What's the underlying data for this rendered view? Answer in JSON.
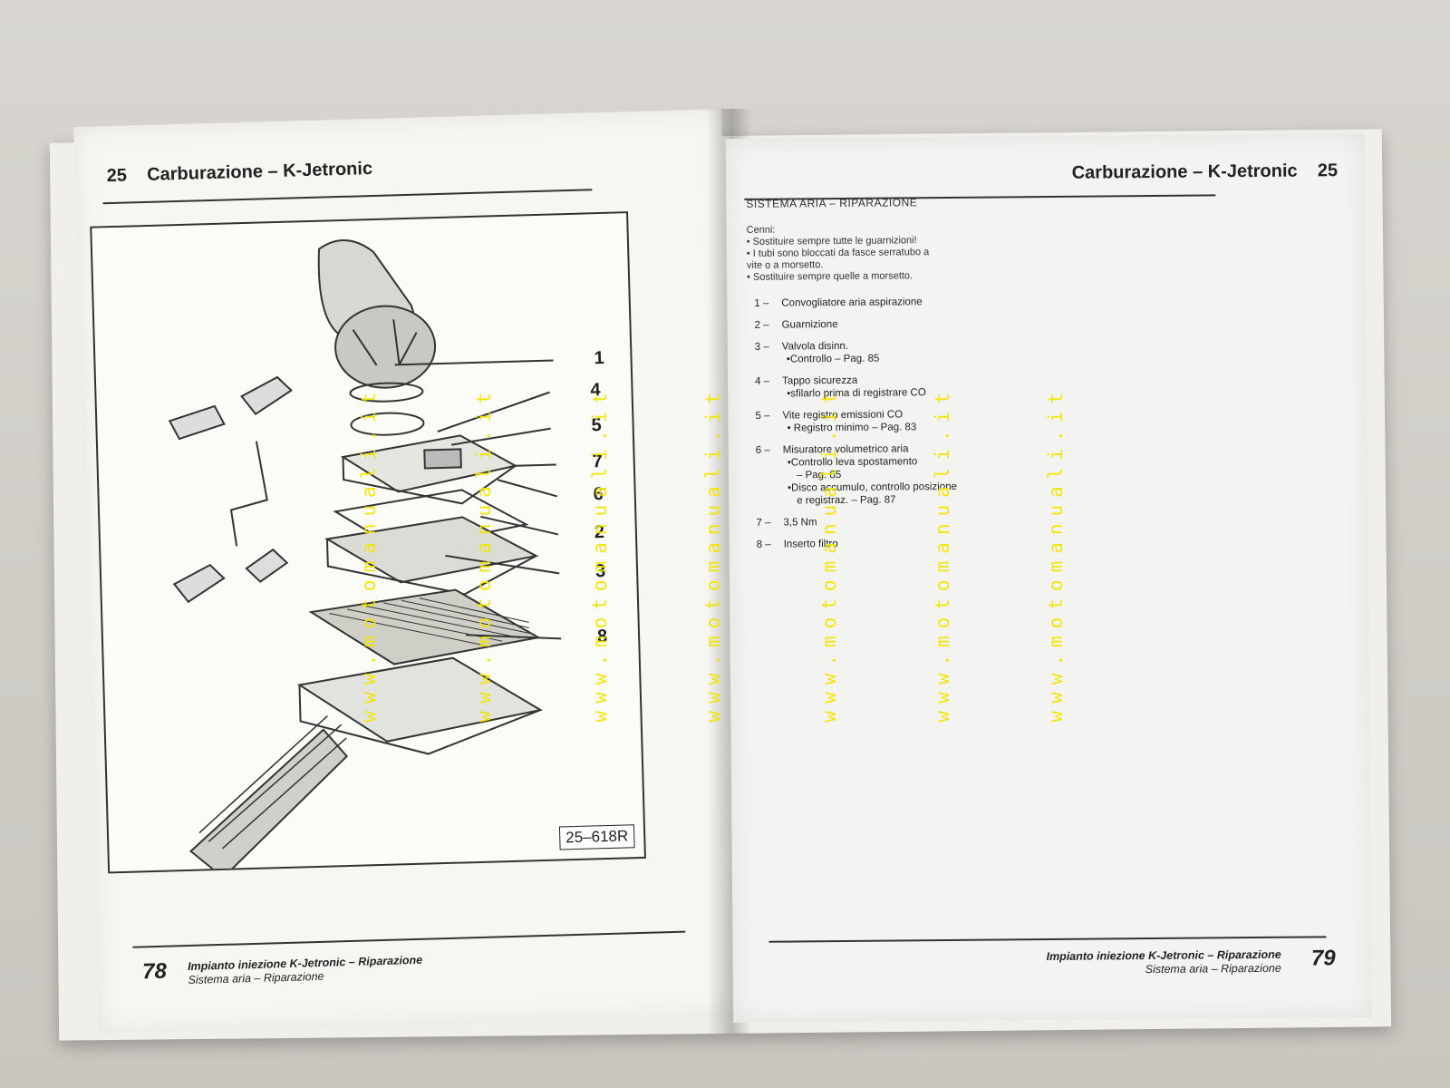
{
  "left_page": {
    "chapter_number": "25",
    "chapter_title": "Carburazione – K-Jetronic",
    "figure_code": "25–618R",
    "callouts": [
      "1",
      "4",
      "5",
      "7",
      "6",
      "2",
      "3",
      "8"
    ],
    "page_number": "78",
    "footer_line1": "Impianto iniezione K-Jetronic – Riparazione",
    "footer_line2": "Sistema aria – Riparazione"
  },
  "right_page": {
    "chapter_title": "Carburazione – K-Jetronic",
    "chapter_number": "25",
    "section_title": "SISTEMA ARIA – RIPARAZIONE",
    "notes_heading": "Cenni:",
    "notes": [
      "• Sostituire sempre tutte le guarnizioni!",
      "• I tubi sono bloccati da fasce serratubo a",
      "  vite o a morsetto.",
      "• Sostituire sempre quelle a morsetto."
    ],
    "items": [
      {
        "num": "1 –",
        "label": "Convogliatore aria aspirazione",
        "subs": []
      },
      {
        "num": "2 –",
        "label": "Guarnizione",
        "subs": []
      },
      {
        "num": "3 –",
        "label": "Valvola disinn.",
        "subs": [
          "•Controllo – Pag. 85"
        ]
      },
      {
        "num": "4 –",
        "label": "Tappo sicurezza",
        "subs": [
          "•sfilarlo prima di registrare CO"
        ]
      },
      {
        "num": "5 –",
        "label": "Vite registro emissioni CO",
        "subs": [
          "• Registro minimo – Pag. 83"
        ]
      },
      {
        "num": "6 –",
        "label": "Misuratore volumetrico aria",
        "subs": [
          "•Controllo leva spostamento",
          "– Pag. 85",
          "•Disco accumulo, controllo posizione",
          "e registraz. – Pag. 87"
        ]
      },
      {
        "num": "7 –",
        "label": "3,5 Nm",
        "subs": []
      },
      {
        "num": "8 –",
        "label": "Inserto filtro",
        "subs": []
      }
    ],
    "page_number": "79",
    "footer_line1": "Impianto iniezione K-Jetronic – Riparazione",
    "footer_line2": "Sistema aria – Riparazione"
  },
  "watermark": "www.motomanuali.it",
  "colors": {
    "watermark": "#f2e600",
    "ink": "#222222",
    "paper": "#f7f6f2"
  }
}
